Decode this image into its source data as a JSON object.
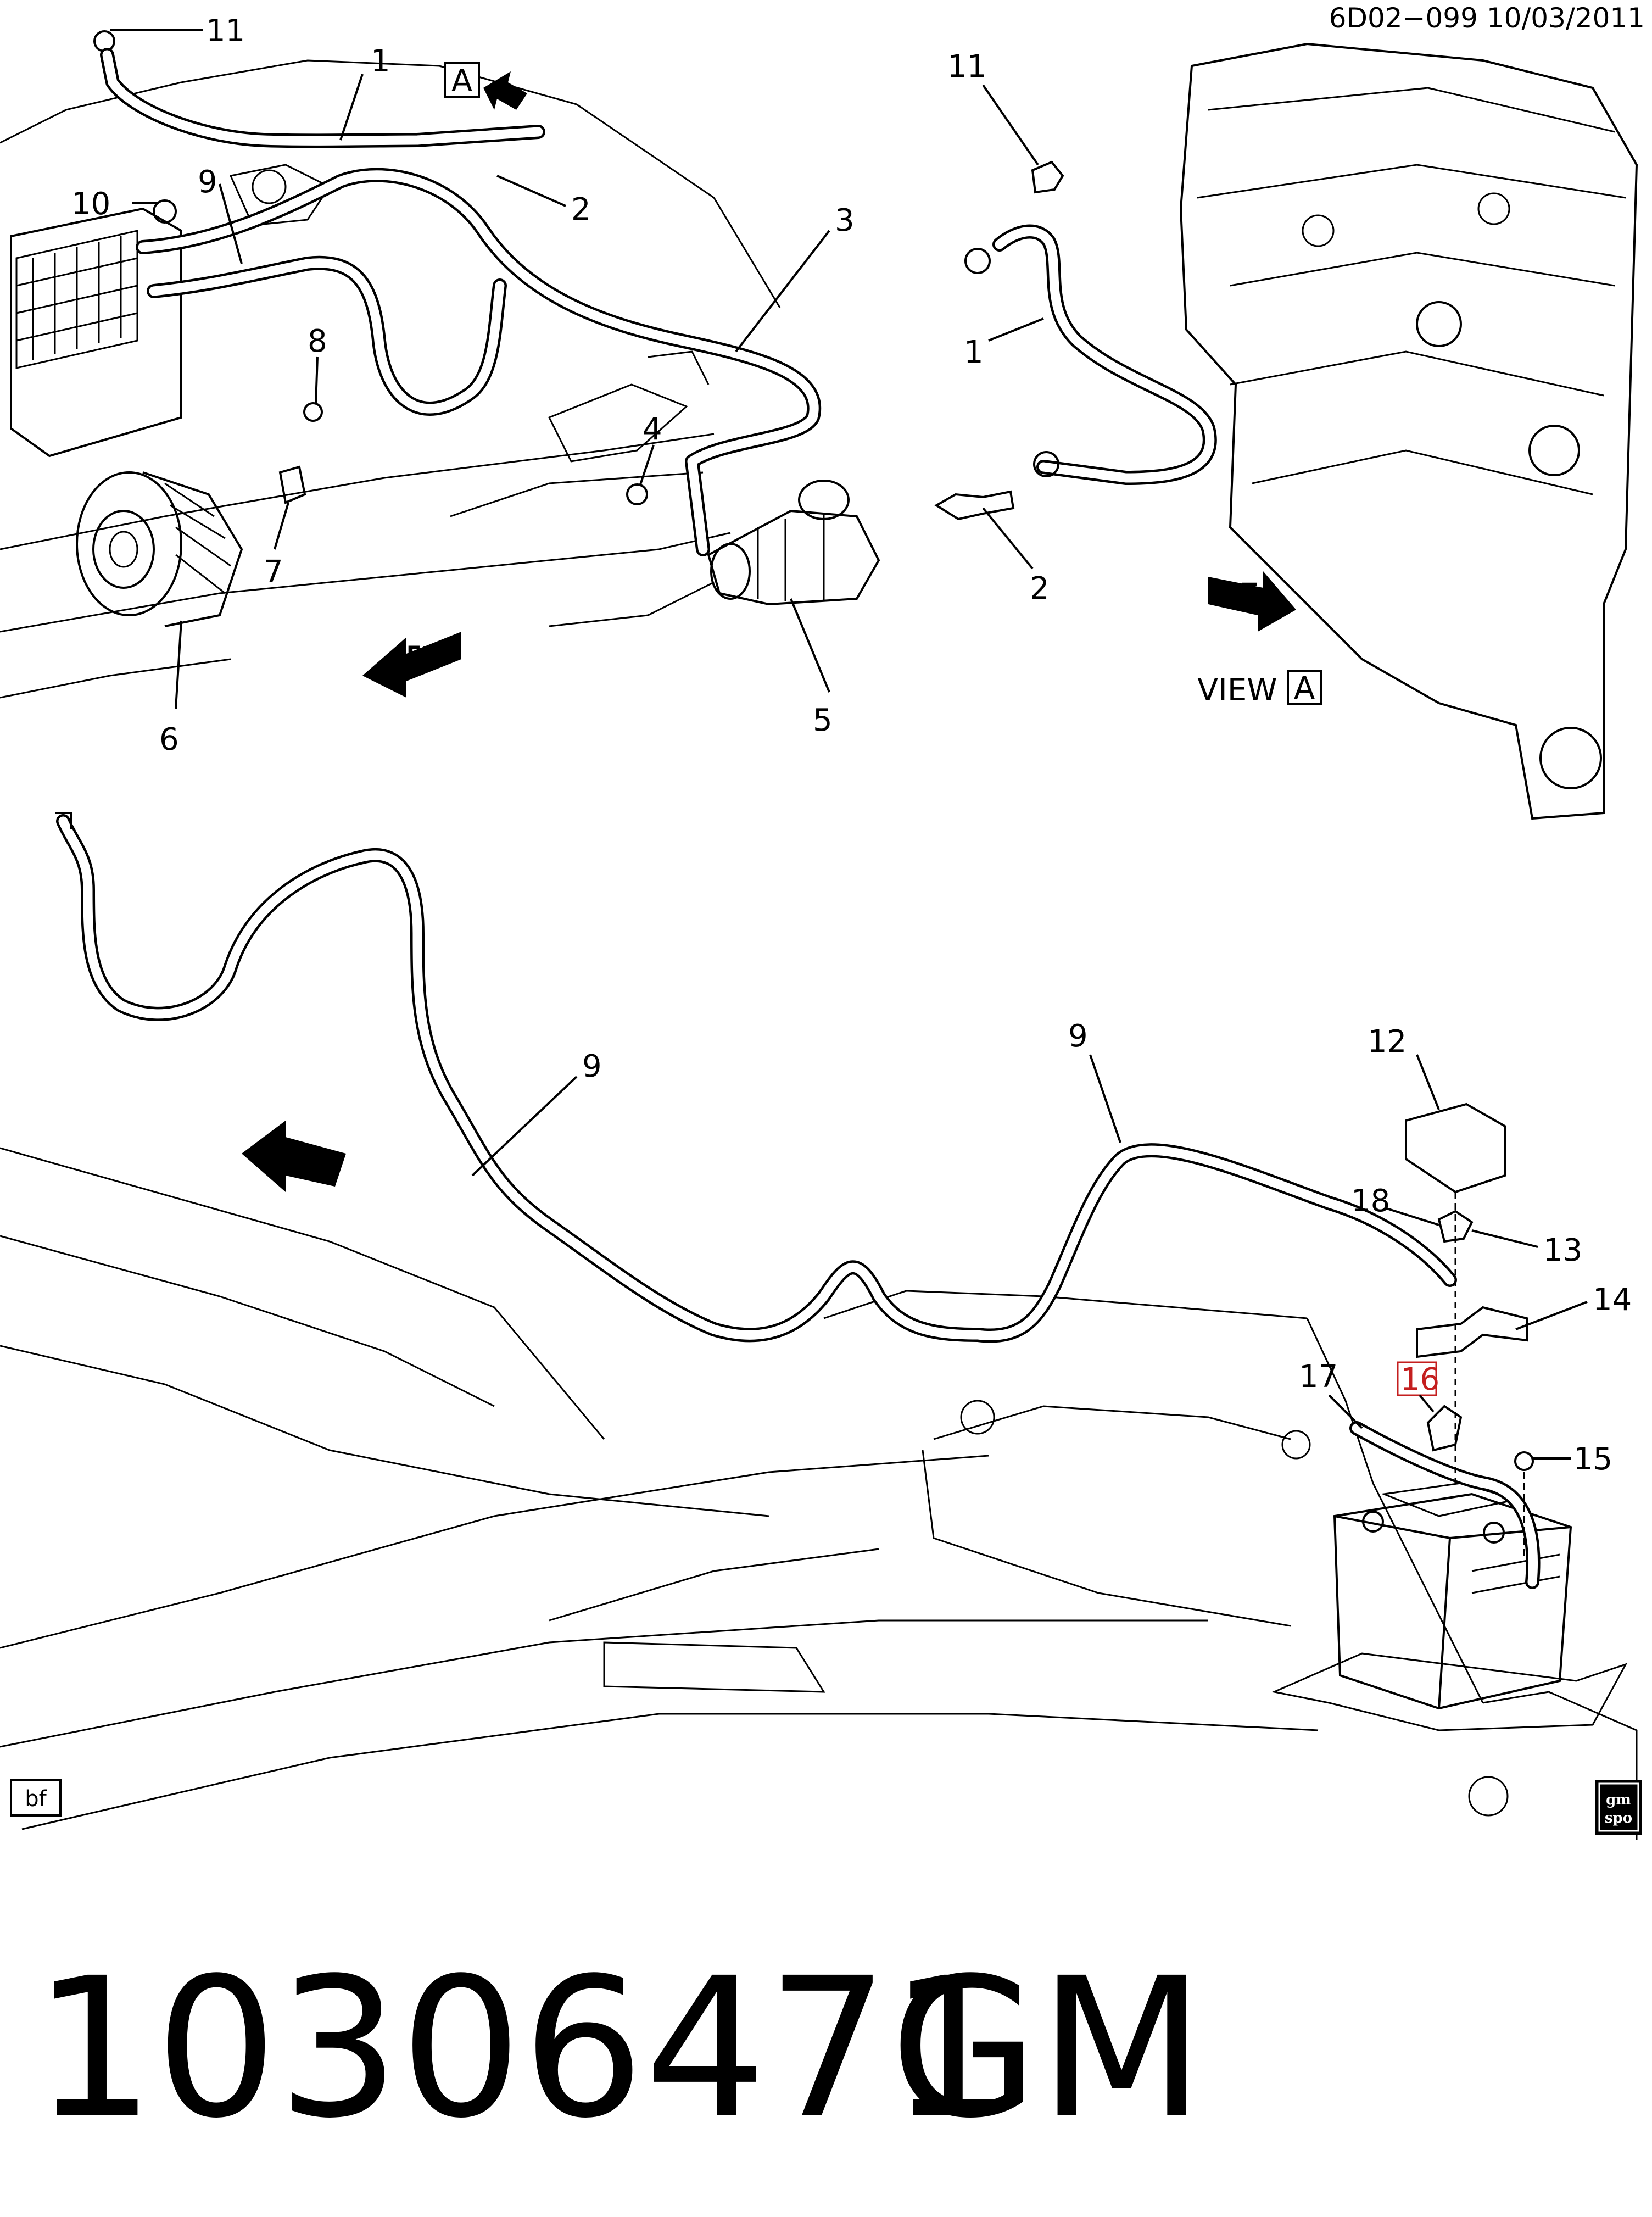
{
  "header": {
    "doc_ref": "6D02−099  10/03/2011"
  },
  "view_a": {
    "marker": "A",
    "label": "VIEW",
    "label_box": "A"
  },
  "direction_label": "FRT",
  "callouts_top_left": [
    "11",
    "1",
    "2",
    "3",
    "10",
    "9",
    "8",
    "4",
    "7",
    "6",
    "5"
  ],
  "callouts_top_right": [
    "11",
    "1",
    "2"
  ],
  "callouts_bottom": [
    "9",
    "9",
    "12",
    "18",
    "13",
    "14",
    "17",
    "16",
    "15"
  ],
  "highlighted_callout": "16",
  "corner_label": "bf",
  "logo": {
    "line1": "gm",
    "line2": "spo"
  },
  "footer": {
    "part_number": "10306471",
    "brand": "GM"
  },
  "colors": {
    "highlight": "#c41f1f",
    "ink": "#000000",
    "background": "#ffffff"
  }
}
